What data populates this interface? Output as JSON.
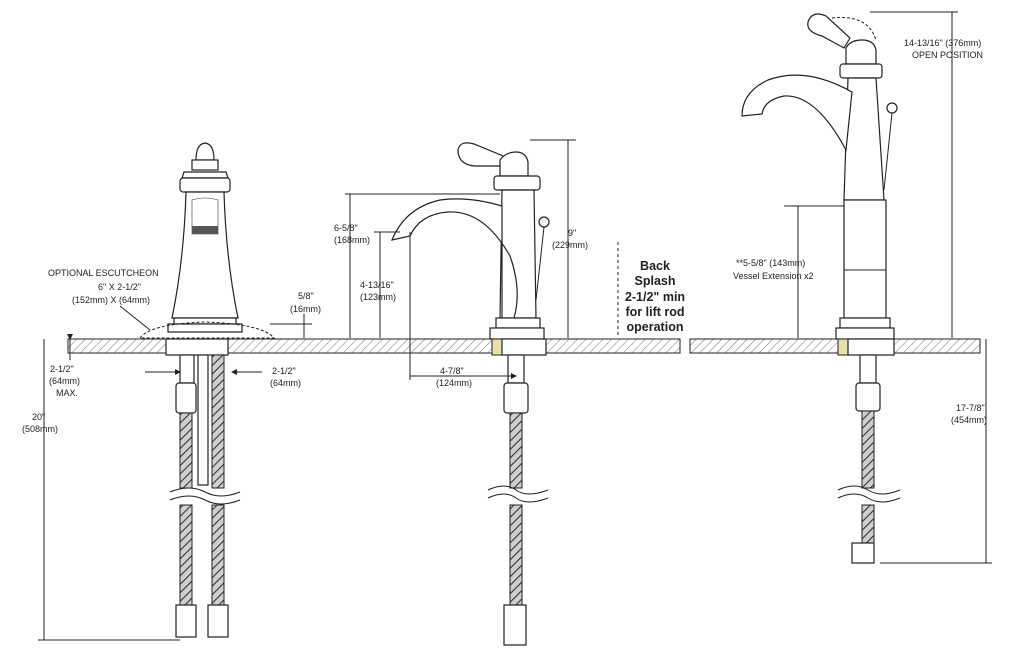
{
  "views": {
    "front": {
      "escutcheon_title": "OPTIONAL ESCUTCHEON",
      "escutcheon_size_in": "6\" X 2-1/2\"",
      "escutcheon_size_mm": "(152mm) X (64mm)",
      "escutcheon_height_in": "5/8\"",
      "escutcheon_height_mm": "(16mm)",
      "max_thickness_in": "2-1/2\"",
      "max_thickness_mm": "(64mm)",
      "max_thickness_note": "MAX.",
      "hole_in": "2-1/2\"",
      "hole_mm": "(64mm)",
      "supply_length_in": "20\"",
      "supply_length_mm": "(508mm)"
    },
    "side": {
      "total_height_in": "6-5/8\"",
      "total_height_mm": "(168mm)",
      "spout_clearance_in": "4-13/16\"",
      "spout_clearance_mm": "(123mm)",
      "overall_in": "9\"",
      "overall_mm": "(229mm)",
      "reach_in": "4-7/8\"",
      "reach_mm": "(124mm)"
    },
    "backsplash": {
      "line1": "Back",
      "line2": "Splash",
      "line3": "2-1/2\" min",
      "line4": "for lift rod",
      "line5": "operation"
    },
    "vessel": {
      "open_height": "14-13/16\" (376mm)",
      "open_label": "OPEN POSITION",
      "extension_height": "**5-5/8\" (143mm)",
      "extension_label": "Vessel Extension x2",
      "supply_length_in": "17-7/8\"",
      "supply_length_mm": "(454mm)"
    }
  }
}
